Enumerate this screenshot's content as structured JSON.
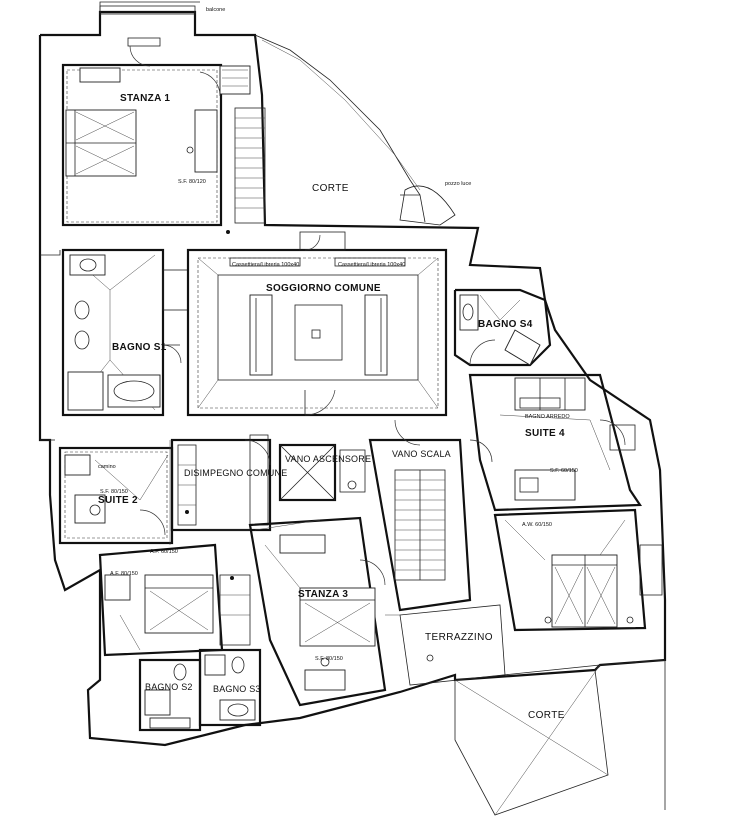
{
  "labels": {
    "balcone": "balcone",
    "corte_top": "CORTE",
    "pozzo_luce": "pozzo luce",
    "stanza_1": "STANZA 1",
    "stanza_1_sf": "S.F. 80/120",
    "bagno_s1": "BAGNO S1",
    "soggiorno": "SOGGIORNO COMUNE",
    "cassettiera_1": "Cassettiera/Libreria 100x40",
    "cassettiera_2": "Cassettiera/Libreria 100x40",
    "bagno_s4": "BAGNO S4",
    "suite_4": "SUITE 4",
    "suite_4_sf": "S.F. 60/150",
    "suite_4_af": "A.W. 60/150",
    "suite_2": "SUITE 2",
    "suite_2_sf": "S.F. 80/150",
    "camino": "camino",
    "disimpegno": "DISIMPEGNO COMUNE",
    "vano_ascensore": "VANO ASCENSORE",
    "vano_scala": "VANO SCALA",
    "stanza_3": "STANZA 3",
    "stanza_3_sf": "S.F. 80/150",
    "terrazzino": "TERRAZZINO",
    "corte_bottom": "CORTE",
    "bagno_s2": "BAGNO S2",
    "bagno_s3": "BAGNO S3",
    "af_60_150": "A.F. 60/150",
    "af_80_150": "A.F. 80/150",
    "bagno_arredo": "BAGNO ARREDO"
  },
  "colors": {
    "ink": "#111111",
    "paper": "#ffffff"
  }
}
